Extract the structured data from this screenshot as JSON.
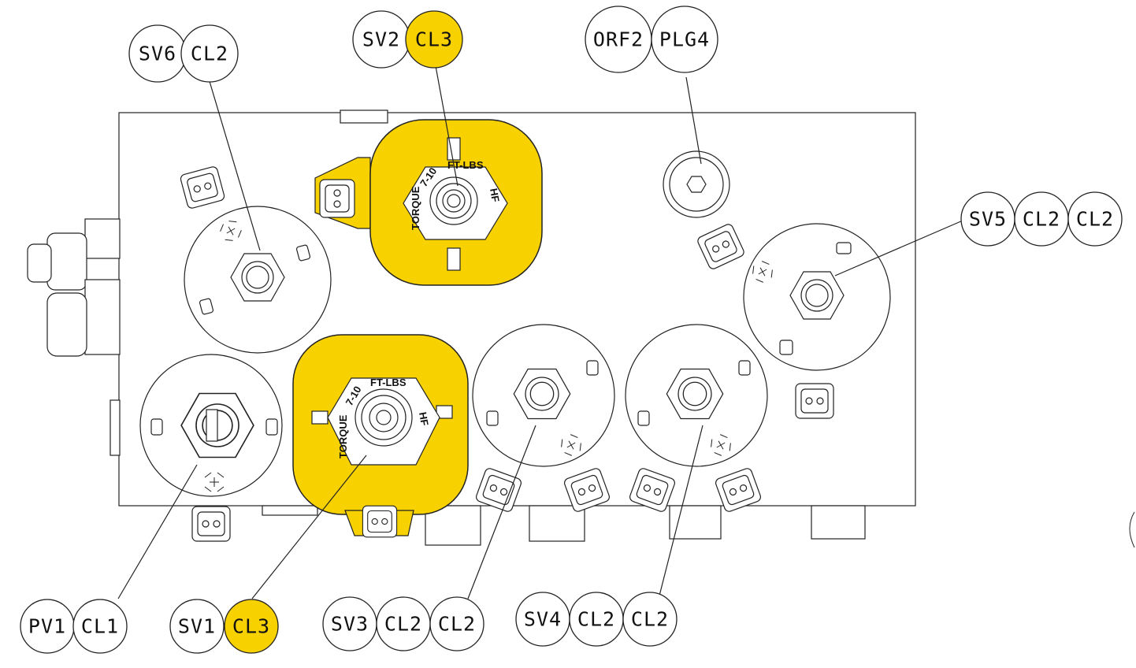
{
  "colors": {
    "highlight": "#F7D100",
    "line": "#222222",
    "background": "#ffffff"
  },
  "callouts": [
    {
      "id": "sv6",
      "tags": [
        {
          "text": "SV6"
        },
        {
          "text": "CL2"
        }
      ]
    },
    {
      "id": "sv2",
      "tags": [
        {
          "text": "SV2"
        },
        {
          "text": "CL3",
          "highlight": true
        }
      ]
    },
    {
      "id": "orf2",
      "tags": [
        {
          "text": "ORF2"
        },
        {
          "text": "PLG4"
        }
      ]
    },
    {
      "id": "sv5",
      "tags": [
        {
          "text": "SV5"
        },
        {
          "text": "CL2"
        },
        {
          "text": "CL2"
        }
      ]
    },
    {
      "id": "pv1",
      "tags": [
        {
          "text": "PV1"
        },
        {
          "text": "CL1"
        }
      ]
    },
    {
      "id": "sv1",
      "tags": [
        {
          "text": "SV1"
        },
        {
          "text": "CL3",
          "highlight": true
        }
      ]
    },
    {
      "id": "sv3",
      "tags": [
        {
          "text": "SV3"
        },
        {
          "text": "CL2"
        },
        {
          "text": "CL2"
        }
      ]
    },
    {
      "id": "sv4",
      "tags": [
        {
          "text": "SV4"
        },
        {
          "text": "CL2"
        },
        {
          "text": "CL2"
        }
      ]
    }
  ],
  "coil_markings": {
    "torque_word": "TORQUE",
    "torque_value": "7-10",
    "units": "FT-LBS",
    "suffix": "HF"
  }
}
